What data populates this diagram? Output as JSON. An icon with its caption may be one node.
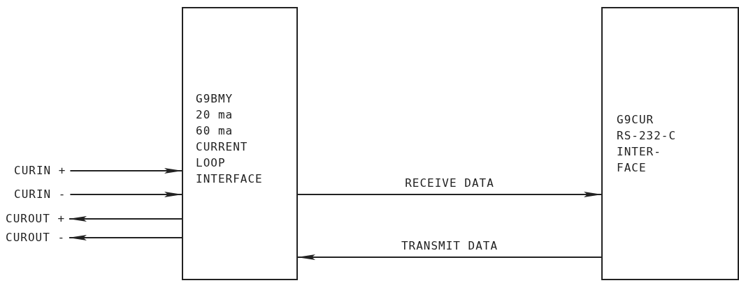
{
  "diagram": {
    "nodes": [
      {
        "text": [
          "G9BMY",
          "20 ma",
          "60 ma",
          "CURRENT LOOP INTERFACE"
        ]
      },
      {
        "text": [
          "G9CUR",
          "RS-232-C",
          "INTER- FACE"
        ]
      },
      {
        "text": [
          "CURIN +"
        ]
      },
      {
        "text": [
          "CURIN -"
        ]
      },
      {
        "text": [
          "CUROUT +"
        ]
      },
      {
        "text": [
          "CUROUT -"
        ]
      }
    ],
    "edges": [
      {
        "from": 2,
        "to": 0,
        "arrow": "to"
      },
      {
        "from": 3,
        "to": 0,
        "arrow": "to"
      },
      {
        "from": 0,
        "to": 4,
        "arrow": "to"
      },
      {
        "from": 0,
        "to": 5,
        "arrow": "to"
      },
      {
        "from": 0,
        "to": 1,
        "arrow": "to",
        "label": "RECEIVE DATA"
      },
      {
        "from": 1,
        "to": 0,
        "arrow": "to",
        "label": "TRANSMIT DATA"
      }
    ]
  }
}
